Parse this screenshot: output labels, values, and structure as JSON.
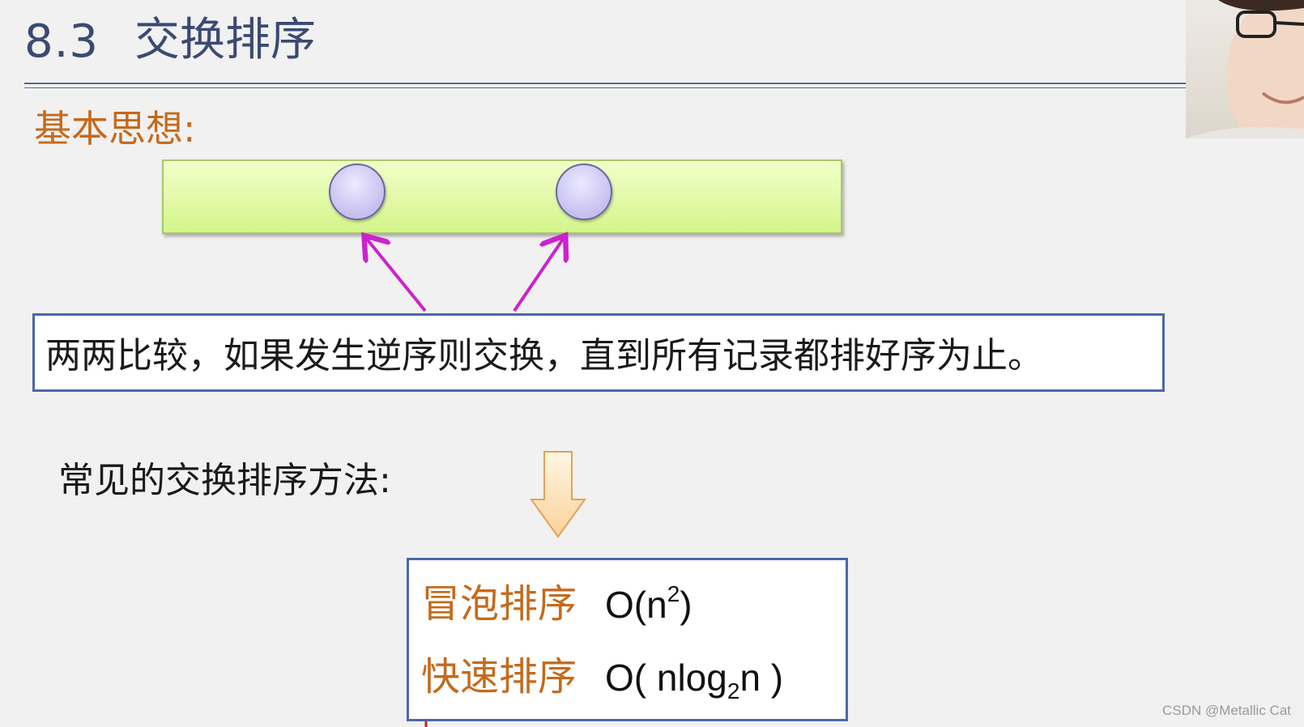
{
  "slide": {
    "section_number": "8.3",
    "title": "交换排序",
    "basic_idea_label": "基本思想:",
    "explanation": "两两比较，如果发生逆序则交换，直到所有记录都排好序为止。",
    "methods_label": "常见的交换排序方法:",
    "methods": [
      {
        "name": "冒泡排序",
        "complexity_prefix": "O(n",
        "complexity_super": "2",
        "complexity_suffix": ")"
      },
      {
        "name": "快速排序",
        "complexity_prefix": "O( nlog",
        "complexity_sub": "2",
        "complexity_suffix": "n )"
      }
    ]
  },
  "watermark": "CSDN @Metallic Cat",
  "colors": {
    "title": "#3a4a73",
    "accent_orange": "#c46a1c",
    "box_border": "#4a67a9",
    "arrow_magenta": "#cc22cc",
    "array_fill": "#e6fbab",
    "circle_fill": "#d6d0f7"
  }
}
